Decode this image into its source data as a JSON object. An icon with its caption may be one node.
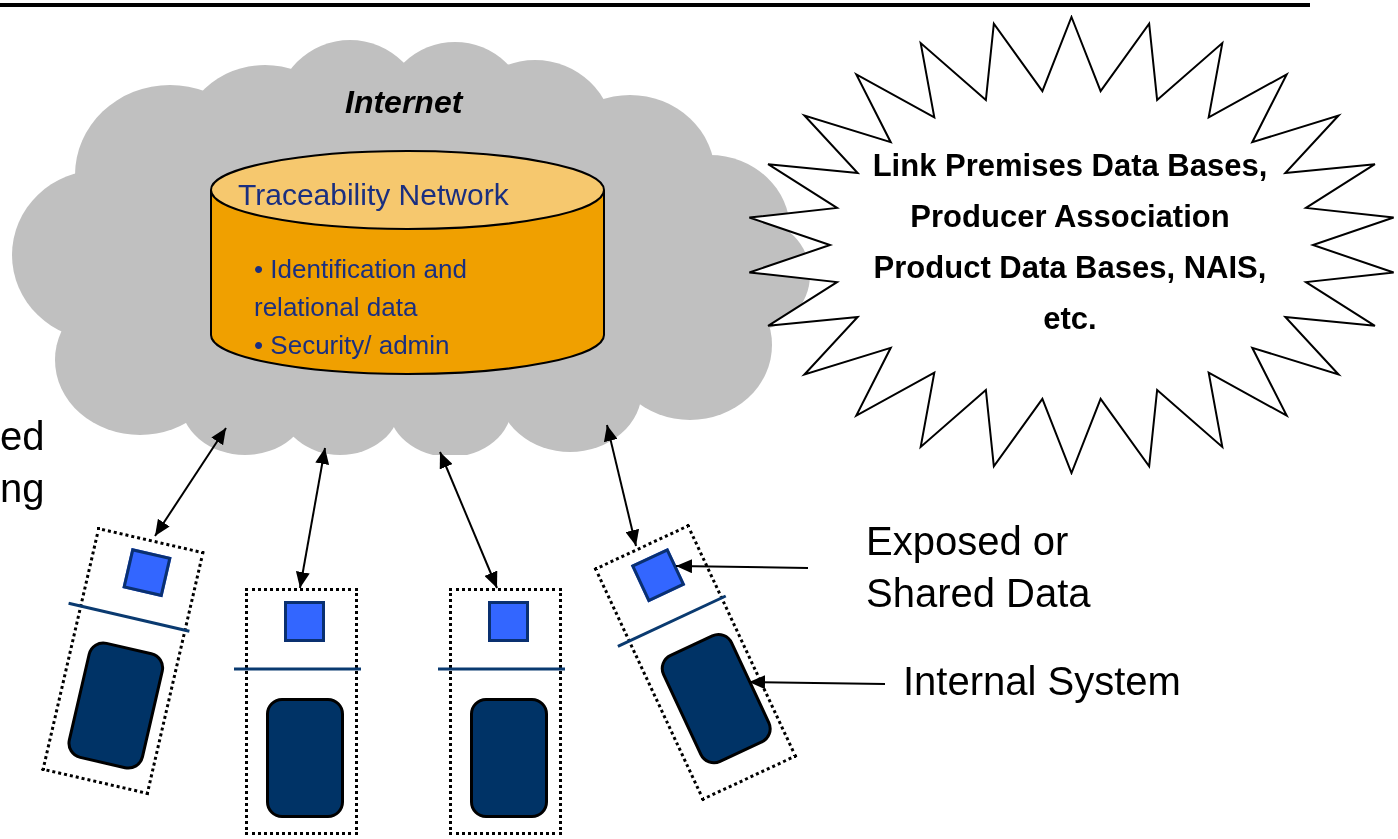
{
  "diagram": {
    "nodes": [
      {
        "text": [
          "Internet"
        ]
      },
      {
        "text": [
          "Traceability Network",
          "• Identification and relational data",
          "• Security/ admin"
        ],
        "in": 0
      },
      {
        "text": [
          "Link Premises Data Bases, Producer Association Product Data Bases, NAIS, etc."
        ]
      },
      {
        "text": [],
        "shape": "box"
      },
      {
        "text": [],
        "shape": "box"
      },
      {
        "text": [],
        "shape": "box"
      },
      {
        "text": [],
        "shape": "box"
      },
      {
        "text": [],
        "shape": "square",
        "in": 3
      },
      {
        "text": [],
        "shape": "box",
        "in": 3
      },
      {
        "text": [],
        "shape": "square",
        "in": 4
      },
      {
        "text": [],
        "shape": "box",
        "in": 4
      },
      {
        "text": [],
        "shape": "square",
        "in": 5
      },
      {
        "text": [],
        "shape": "box",
        "in": 5
      },
      {
        "text": [],
        "shape": "square",
        "in": 6
      },
      {
        "text": [],
        "shape": "box",
        "in": 6
      },
      {
        "text": [
          "Exposed or Shared Data"
        ]
      },
      {
        "text": [
          "Internal System"
        ]
      }
    ],
    "edges": [
      {
        "from": 0,
        "to": 3,
        "arrow": "both"
      },
      {
        "from": 0,
        "to": 4,
        "arrow": "both"
      },
      {
        "from": 0,
        "to": 5,
        "arrow": "both"
      },
      {
        "from": 0,
        "to": 6,
        "arrow": "both"
      },
      {
        "from": 15,
        "to": 13,
        "arrow": "to"
      },
      {
        "from": 16,
        "to": 14,
        "arrow": "to"
      }
    ],
    "labels": [
      "ed",
      "ng"
    ]
  }
}
